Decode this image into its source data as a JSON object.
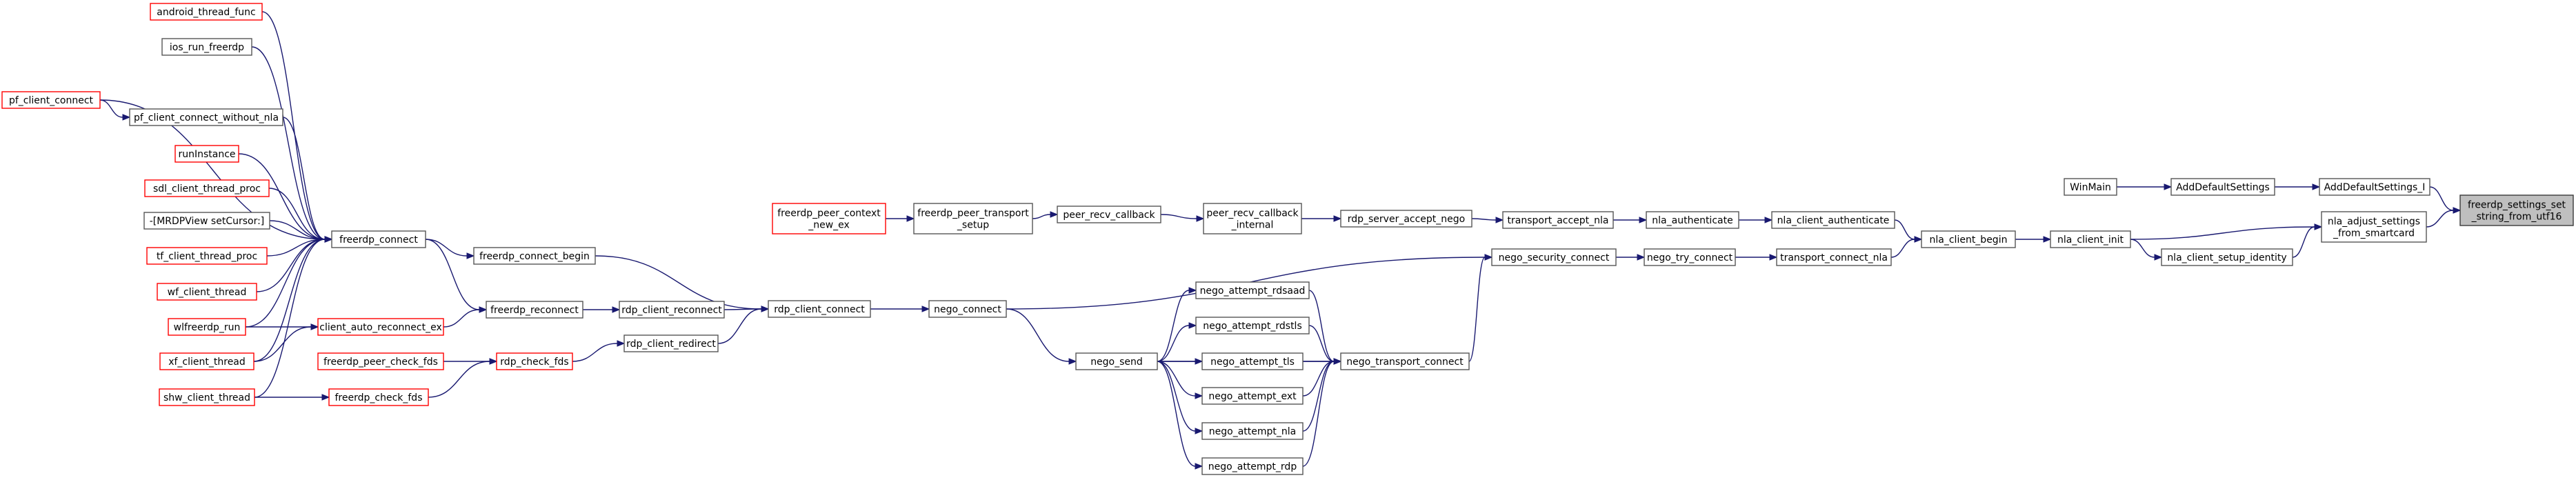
{
  "colors": {
    "edge": "#191970",
    "node_border": "#555555",
    "node_highlight": "#3a3a3a",
    "external_border": "#ff0000",
    "highlight_fill": "#bfbfbf",
    "normal_fill": "#ffffff"
  },
  "nodes": {
    "android_thread_func": {
      "lines": [
        "android_thread_func"
      ],
      "kind": "ext"
    },
    "ios_run_freerdp": {
      "lines": [
        "ios_run_freerdp"
      ],
      "kind": "normal"
    },
    "pf_client_connect": {
      "lines": [
        "pf_client_connect"
      ],
      "kind": "ext"
    },
    "pf_client_connect_without_nla": {
      "lines": [
        "pf_client_connect_without_nla"
      ],
      "kind": "normal"
    },
    "runInstance": {
      "lines": [
        "runInstance"
      ],
      "kind": "ext"
    },
    "sdl_client_thread_proc": {
      "lines": [
        "sdl_client_thread_proc"
      ],
      "kind": "ext"
    },
    "mrdpview_setcursor": {
      "lines": [
        "-[MRDPView setCursor:]"
      ],
      "kind": "normal"
    },
    "tf_client_thread_proc": {
      "lines": [
        "tf_client_thread_proc"
      ],
      "kind": "ext"
    },
    "wf_client_thread": {
      "lines": [
        "wf_client_thread"
      ],
      "kind": "ext"
    },
    "wlfreerdp_run": {
      "lines": [
        "wlfreerdp_run"
      ],
      "kind": "ext"
    },
    "xf_client_thread": {
      "lines": [
        "xf_client_thread"
      ],
      "kind": "ext"
    },
    "shw_client_thread": {
      "lines": [
        "shw_client_thread"
      ],
      "kind": "ext"
    },
    "freerdp_connect": {
      "lines": [
        "freerdp_connect"
      ],
      "kind": "normal"
    },
    "client_auto_reconnect_ex": {
      "lines": [
        "client_auto_reconnect_ex"
      ],
      "kind": "ext"
    },
    "freerdp_peer_check_fds": {
      "lines": [
        "freerdp_peer_check_fds"
      ],
      "kind": "ext"
    },
    "freerdp_check_fds": {
      "lines": [
        "freerdp_check_fds"
      ],
      "kind": "ext"
    },
    "freerdp_connect_begin": {
      "lines": [
        "freerdp_connect_begin"
      ],
      "kind": "normal"
    },
    "freerdp_reconnect": {
      "lines": [
        "freerdp_reconnect"
      ],
      "kind": "normal"
    },
    "rdp_check_fds": {
      "lines": [
        "rdp_check_fds"
      ],
      "kind": "ext"
    },
    "rdp_client_reconnect": {
      "lines": [
        "rdp_client_reconnect"
      ],
      "kind": "normal"
    },
    "rdp_client_redirect": {
      "lines": [
        "rdp_client_redirect"
      ],
      "kind": "normal"
    },
    "rdp_client_connect": {
      "lines": [
        "rdp_client_connect"
      ],
      "kind": "normal"
    },
    "freerdp_peer_context_new_ex": {
      "lines": [
        "freerdp_peer_context",
        "_new_ex"
      ],
      "kind": "ext"
    },
    "freerdp_peer_transport_setup": {
      "lines": [
        "freerdp_peer_transport",
        "_setup"
      ],
      "kind": "normal"
    },
    "peer_recv_callback": {
      "lines": [
        "peer_recv_callback"
      ],
      "kind": "normal"
    },
    "peer_recv_callback_internal": {
      "lines": [
        "peer_recv_callback",
        "_internal"
      ],
      "kind": "normal"
    },
    "rdp_server_accept_nego": {
      "lines": [
        "rdp_server_accept_nego"
      ],
      "kind": "normal"
    },
    "transport_accept_nla": {
      "lines": [
        "transport_accept_nla"
      ],
      "kind": "normal"
    },
    "nla_authenticate": {
      "lines": [
        "nla_authenticate"
      ],
      "kind": "normal"
    },
    "nla_client_authenticate": {
      "lines": [
        "nla_client_authenticate"
      ],
      "kind": "normal"
    },
    "nego_connect": {
      "lines": [
        "nego_connect"
      ],
      "kind": "normal"
    },
    "nego_send": {
      "lines": [
        "nego_send"
      ],
      "kind": "normal"
    },
    "nego_attempt_rdsaad": {
      "lines": [
        "nego_attempt_rdsaad"
      ],
      "kind": "normal"
    },
    "nego_attempt_rdstls": {
      "lines": [
        "nego_attempt_rdstls"
      ],
      "kind": "normal"
    },
    "nego_attempt_tls": {
      "lines": [
        "nego_attempt_tls"
      ],
      "kind": "normal"
    },
    "nego_attempt_ext": {
      "lines": [
        "nego_attempt_ext"
      ],
      "kind": "normal"
    },
    "nego_attempt_nla": {
      "lines": [
        "nego_attempt_nla"
      ],
      "kind": "normal"
    },
    "nego_attempt_rdp": {
      "lines": [
        "nego_attempt_rdp"
      ],
      "kind": "normal"
    },
    "nego_transport_connect": {
      "lines": [
        "nego_transport_connect"
      ],
      "kind": "normal"
    },
    "nego_security_connect": {
      "lines": [
        "nego_security_connect"
      ],
      "kind": "normal"
    },
    "nego_try_connect": {
      "lines": [
        "nego_try_connect"
      ],
      "kind": "normal"
    },
    "transport_connect_nla": {
      "lines": [
        "transport_connect_nla"
      ],
      "kind": "normal"
    },
    "nla_client_begin": {
      "lines": [
        "nla_client_begin"
      ],
      "kind": "normal"
    },
    "nla_client_init": {
      "lines": [
        "nla_client_init"
      ],
      "kind": "normal"
    },
    "nla_client_setup_identity": {
      "lines": [
        "nla_client_setup_identity"
      ],
      "kind": "normal"
    },
    "WinMain": {
      "lines": [
        "WinMain"
      ],
      "kind": "normal"
    },
    "AddDefaultSettings": {
      "lines": [
        "AddDefaultSettings"
      ],
      "kind": "normal"
    },
    "AddDefaultSettings_I": {
      "lines": [
        "AddDefaultSettings_I"
      ],
      "kind": "normal"
    },
    "nla_adjust_settings_from_smartcard": {
      "lines": [
        "nla_adjust_settings",
        "_from_smartcard"
      ],
      "kind": "normal"
    },
    "freerdp_settings_set_string_from_utf16": {
      "lines": [
        "freerdp_settings_set",
        "_string_from_utf16"
      ],
      "kind": "highlight"
    }
  },
  "edges": [
    [
      "android_thread_func",
      "freerdp_connect"
    ],
    [
      "ios_run_freerdp",
      "freerdp_connect"
    ],
    [
      "pf_client_connect",
      "pf_client_connect_without_nla"
    ],
    [
      "pf_client_connect",
      "freerdp_connect"
    ],
    [
      "pf_client_connect_without_nla",
      "freerdp_connect"
    ],
    [
      "runInstance",
      "freerdp_connect"
    ],
    [
      "sdl_client_thread_proc",
      "freerdp_connect"
    ],
    [
      "mrdpview_setcursor",
      "freerdp_connect"
    ],
    [
      "tf_client_thread_proc",
      "freerdp_connect"
    ],
    [
      "wf_client_thread",
      "freerdp_connect"
    ],
    [
      "wlfreerdp_run",
      "freerdp_connect"
    ],
    [
      "xf_client_thread",
      "freerdp_connect"
    ],
    [
      "shw_client_thread",
      "freerdp_connect"
    ],
    [
      "wlfreerdp_run",
      "client_auto_reconnect_ex"
    ],
    [
      "xf_client_thread",
      "client_auto_reconnect_ex"
    ],
    [
      "freerdp_connect",
      "freerdp_connect_begin"
    ],
    [
      "freerdp_connect",
      "freerdp_reconnect"
    ],
    [
      "client_auto_reconnect_ex",
      "freerdp_reconnect"
    ],
    [
      "shw_client_thread",
      "freerdp_check_fds"
    ],
    [
      "freerdp_peer_check_fds",
      "rdp_check_fds"
    ],
    [
      "freerdp_check_fds",
      "rdp_check_fds"
    ],
    [
      "freerdp_reconnect",
      "rdp_client_reconnect"
    ],
    [
      "rdp_check_fds",
      "rdp_client_redirect"
    ],
    [
      "freerdp_connect_begin",
      "rdp_client_connect"
    ],
    [
      "rdp_client_reconnect",
      "rdp_client_connect"
    ],
    [
      "rdp_client_redirect",
      "rdp_client_connect"
    ],
    [
      "rdp_client_connect",
      "nego_connect"
    ],
    [
      "nego_connect",
      "nego_send"
    ],
    [
      "nego_connect",
      "nego_security_connect"
    ],
    [
      "nego_send",
      "nego_attempt_rdsaad"
    ],
    [
      "nego_send",
      "nego_attempt_rdstls"
    ],
    [
      "nego_send",
      "nego_attempt_tls"
    ],
    [
      "nego_send",
      "nego_attempt_ext"
    ],
    [
      "nego_send",
      "nego_attempt_nla"
    ],
    [
      "nego_send",
      "nego_attempt_rdp"
    ],
    [
      "nego_send",
      "nego_transport_connect"
    ],
    [
      "nego_attempt_rdsaad",
      "nego_transport_connect"
    ],
    [
      "nego_attempt_rdstls",
      "nego_transport_connect"
    ],
    [
      "nego_attempt_tls",
      "nego_transport_connect"
    ],
    [
      "nego_attempt_ext",
      "nego_transport_connect"
    ],
    [
      "nego_attempt_nla",
      "nego_transport_connect"
    ],
    [
      "nego_attempt_rdp",
      "nego_transport_connect"
    ],
    [
      "nego_transport_connect",
      "nego_security_connect"
    ],
    [
      "nego_security_connect",
      "nego_try_connect"
    ],
    [
      "nego_try_connect",
      "transport_connect_nla"
    ],
    [
      "transport_connect_nla",
      "nla_client_begin"
    ],
    [
      "freerdp_peer_context_new_ex",
      "freerdp_peer_transport_setup"
    ],
    [
      "freerdp_peer_transport_setup",
      "peer_recv_callback"
    ],
    [
      "peer_recv_callback",
      "peer_recv_callback_internal"
    ],
    [
      "peer_recv_callback_internal",
      "rdp_server_accept_nego"
    ],
    [
      "rdp_server_accept_nego",
      "transport_accept_nla"
    ],
    [
      "transport_accept_nla",
      "nla_authenticate"
    ],
    [
      "nla_authenticate",
      "nla_client_authenticate"
    ],
    [
      "nla_client_authenticate",
      "nla_client_begin"
    ],
    [
      "nla_client_begin",
      "nla_client_init"
    ],
    [
      "nla_client_init",
      "nla_client_setup_identity"
    ],
    [
      "nla_client_init",
      "nla_adjust_settings_from_smartcard"
    ],
    [
      "nla_client_setup_identity",
      "nla_adjust_settings_from_smartcard"
    ],
    [
      "WinMain",
      "AddDefaultSettings"
    ],
    [
      "AddDefaultSettings",
      "AddDefaultSettings_I"
    ],
    [
      "AddDefaultSettings_I",
      "freerdp_settings_set_string_from_utf16"
    ],
    [
      "nla_adjust_settings_from_smartcard",
      "freerdp_settings_set_string_from_utf16"
    ]
  ]
}
